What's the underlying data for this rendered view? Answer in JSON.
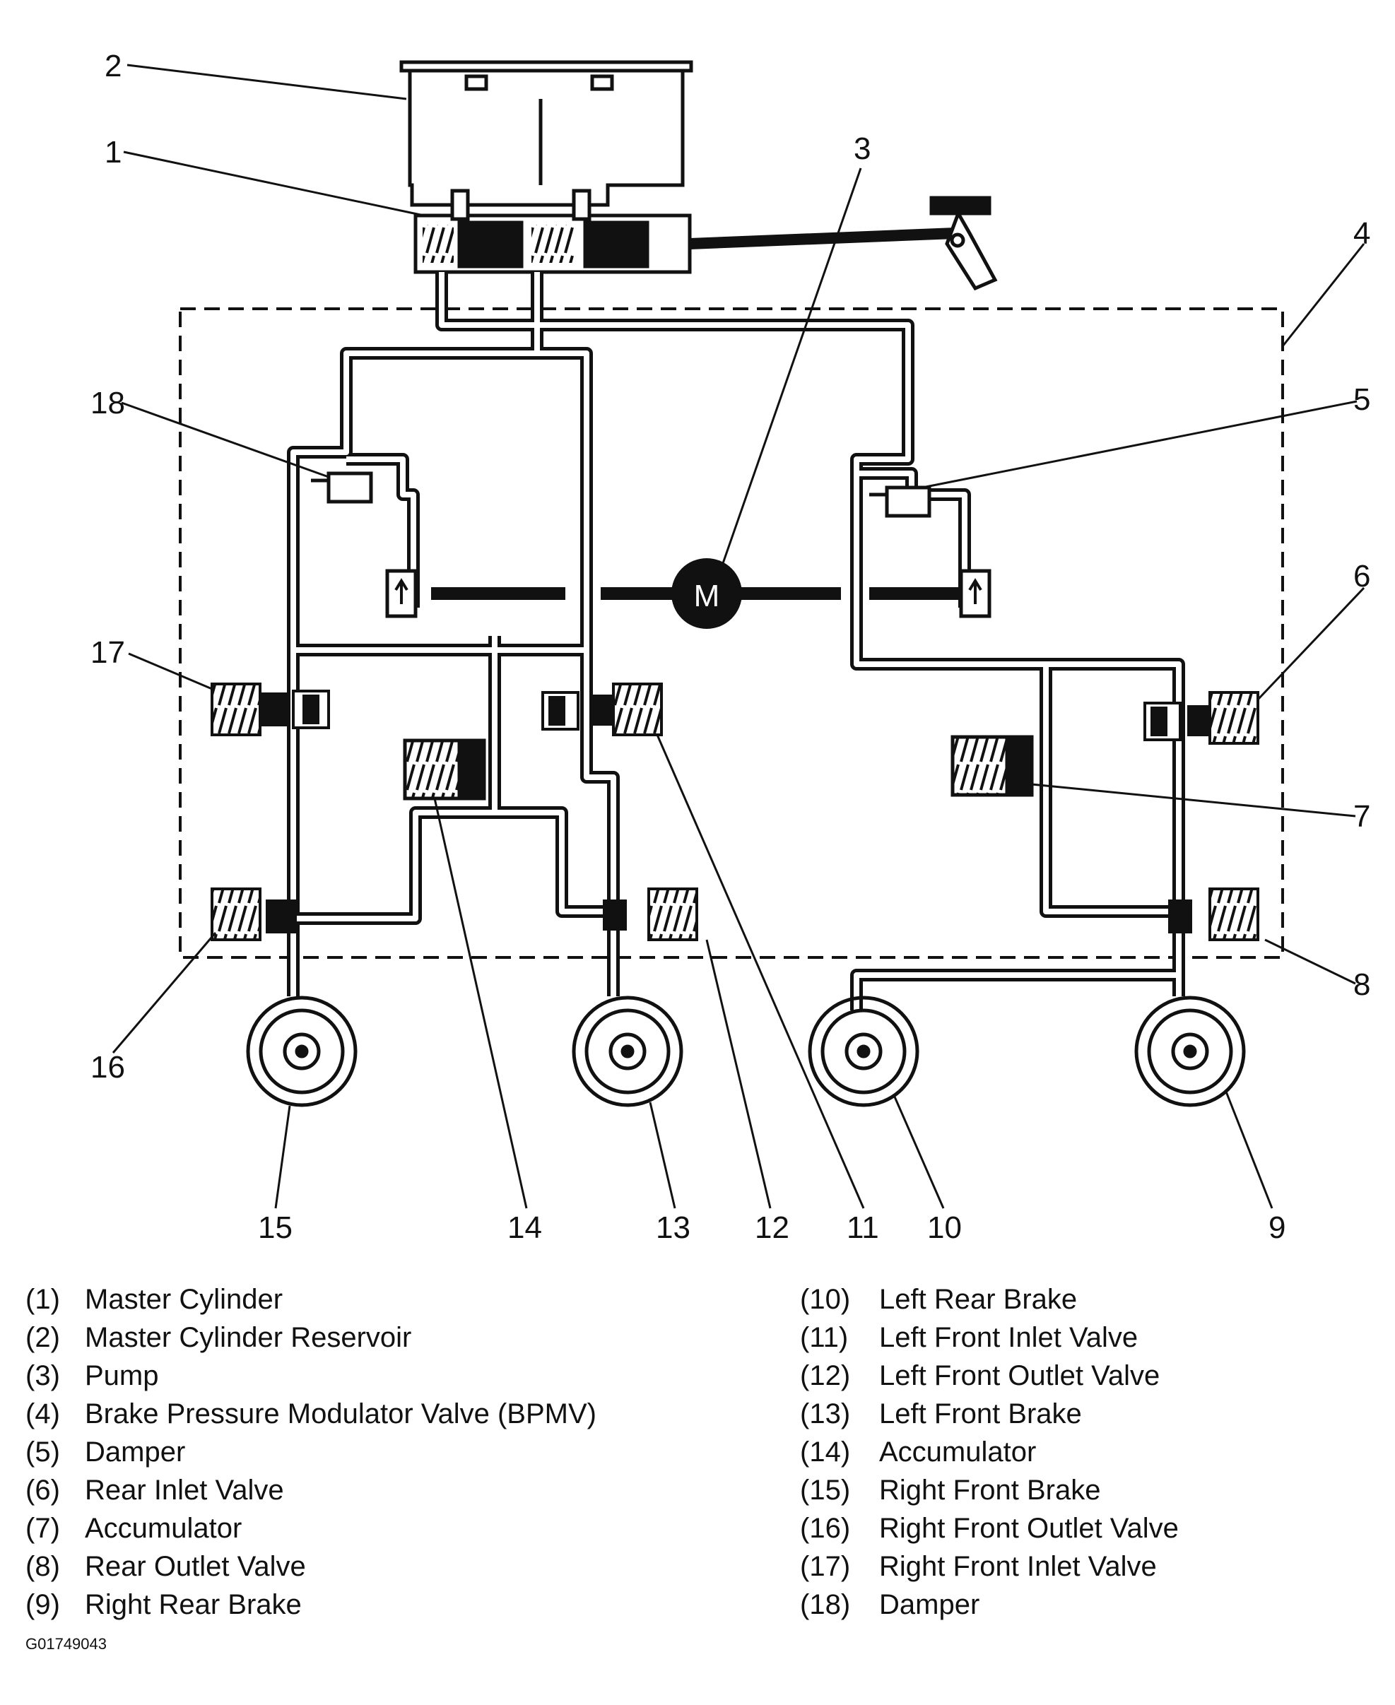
{
  "callouts": {
    "c1": "1",
    "c2": "2",
    "c3": "3",
    "c4": "4",
    "c5": "5",
    "c6": "6",
    "c7": "7",
    "c8": "8",
    "c9": "9",
    "c10": "10",
    "c11": "11",
    "c12": "12",
    "c13": "13",
    "c14": "14",
    "c15": "15",
    "c16": "16",
    "c17": "17",
    "c18": "18"
  },
  "motor_label": "M",
  "legend_left": [
    {
      "num": "(1)",
      "label": "Master Cylinder"
    },
    {
      "num": "(2)",
      "label": "Master Cylinder Reservoir"
    },
    {
      "num": "(3)",
      "label": "Pump"
    },
    {
      "num": "(4)",
      "label": "Brake Pressure Modulator Valve (BPMV)"
    },
    {
      "num": "(5)",
      "label": "Damper"
    },
    {
      "num": "(6)",
      "label": "Rear Inlet Valve"
    },
    {
      "num": "(7)",
      "label": "Accumulator"
    },
    {
      "num": "(8)",
      "label": "Rear Outlet Valve"
    },
    {
      "num": "(9)",
      "label": "Right Rear Brake"
    }
  ],
  "legend_right": [
    {
      "num": "(10)",
      "label": "Left Rear Brake"
    },
    {
      "num": "(11)",
      "label": "Left Front Inlet Valve"
    },
    {
      "num": "(12)",
      "label": "Left Front Outlet Valve"
    },
    {
      "num": "(13)",
      "label": "Left Front Brake"
    },
    {
      "num": "(14)",
      "label": "Accumulator"
    },
    {
      "num": "(15)",
      "label": "Right Front Brake"
    },
    {
      "num": "(16)",
      "label": "Right Front Outlet Valve"
    },
    {
      "num": "(17)",
      "label": "Right Front Inlet Valve"
    },
    {
      "num": "(18)",
      "label": "Damper"
    }
  ],
  "figure_code": "G01749043"
}
